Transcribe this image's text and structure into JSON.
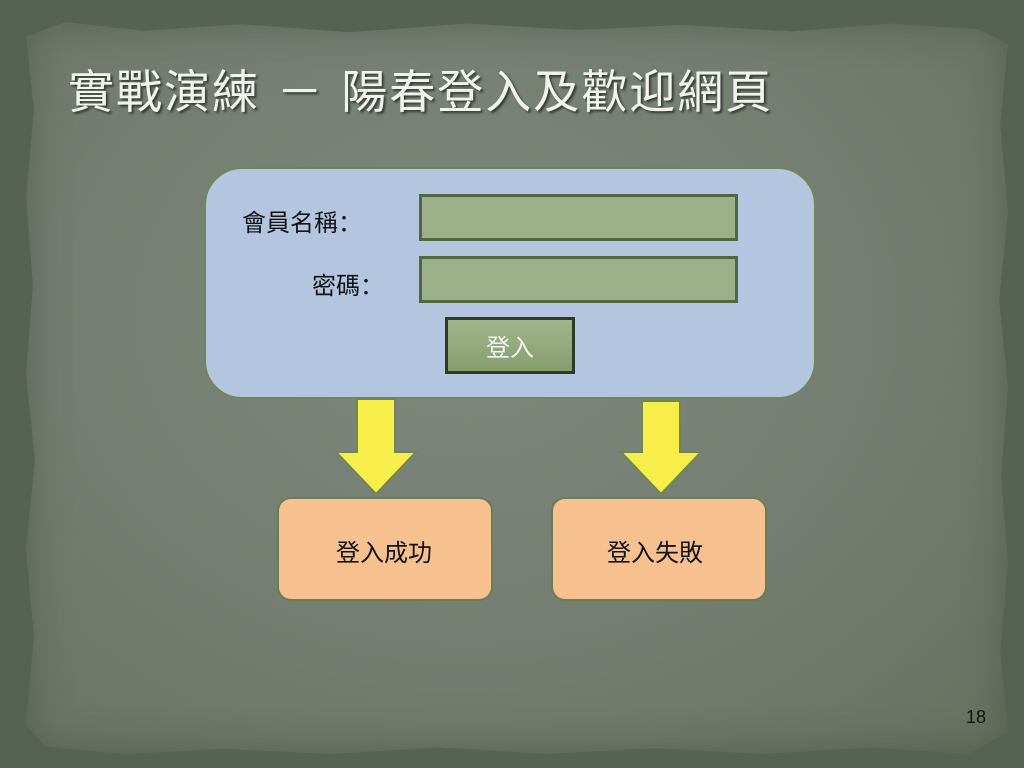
{
  "slide": {
    "title": "實戰演練 － 陽春登入及歡迎網頁",
    "page_number": "18"
  },
  "login_form": {
    "username_label": "會員名稱：",
    "password_label": "密碼：",
    "username_value": "",
    "password_value": "",
    "login_button_label": "登入"
  },
  "results": {
    "success_label": "登入成功",
    "failure_label": "登入失敗"
  },
  "colors": {
    "background": "#566252",
    "paper": "#747d71",
    "form_box": "#b3c5df",
    "field": "#9cb089",
    "button": "#92a77c",
    "arrow": "#f7ee49",
    "result_box": "#f6c08f"
  },
  "icons": {
    "flow_arrow": "down-arrow-icon"
  }
}
